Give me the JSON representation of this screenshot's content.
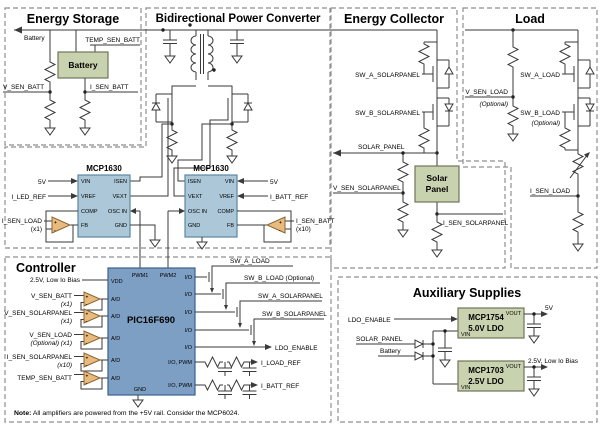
{
  "symbols": {
    "plus": "+",
    "minus": "-"
  },
  "colors": {
    "green_box": "#c9d2ae",
    "chip_blue": "#abc7d8",
    "pic_blue": "#7e9fc4",
    "amp_tan": "#e9ba7d"
  },
  "sections": {
    "energy_storage": {
      "title": "Energy Storage",
      "battery_net": "Battery",
      "temp_sen_batt": "TEMP_SEN_BATT",
      "battery_box": "Battery",
      "v_sen_batt": "V_SEN_BATT",
      "i_sen_batt": "I_SEN_BATT"
    },
    "converter": {
      "title": "Bidirectional Power Converter"
    },
    "mcp1630_left": {
      "name": "MCP1630",
      "pin_vin": "VIN",
      "pin_vref": "VREF",
      "pin_comp": "COMP",
      "pin_fb": "FB",
      "pin_isen": "ISEN",
      "pin_vext": "VEXT",
      "pin_osc": "OSC IN",
      "pin_gnd": "GND",
      "in_supply": "5V",
      "in_ref": "I_LED_REF",
      "amp_in": "I_SEN_LOAD",
      "amp_gain": "(x1)"
    },
    "mcp1630_right": {
      "name": "MCP1630",
      "pin_vin": "VIN",
      "pin_vref": "VREF",
      "pin_comp": "COMP",
      "pin_fb": "FB",
      "pin_isen": "ISEN",
      "pin_vext": "VEXT",
      "pin_osc": "OSC IN",
      "pin_gnd": "GND",
      "in_supply": "5V",
      "in_ref": "I_BATT_REF",
      "amp_in": "I_SEN_BATT",
      "amp_gain": "(x10)"
    },
    "collector": {
      "title": "Energy Collector",
      "sw_a": "SW_A_SOLARPANEL",
      "sw_b": "SW_B_SOLARPANEL",
      "rail": "SOLAR_PANEL",
      "v_sen": "V_SEN_SOLARPANEL",
      "box_line1": "Solar",
      "box_line2": "Panel",
      "i_sen": "I_SEN_SOLARPANEL"
    },
    "load": {
      "title": "Load",
      "v_sen": "V_SEN_LOAD",
      "v_sen_note": "(Optional)",
      "sw_a": "SW_A_LOAD",
      "sw_b": "SW_B_LOAD",
      "sw_b_note": "(Optional)",
      "i_sen": "I_SEN_LOAD"
    },
    "controller": {
      "title": "Controller",
      "vdd_label": "2.5V, Low Io Bias",
      "chip": "PIC16F690",
      "pin_vdd": "VDD",
      "pin_adc": "A/D",
      "pin_gnd": "GND",
      "pin_pwm1": "PWM1",
      "pin_pwm2": "PWM2",
      "pin_io": "I/O",
      "pin_io_pwm": "I/O, PWM",
      "inputs": [
        {
          "label": "V_SEN_BATT",
          "gain": "(x1)"
        },
        {
          "label": "V_SEN_SOLARPANEL",
          "gain": "(x1)"
        },
        {
          "label": "V_SEN_LOAD",
          "gain": "(Optional) (x1)"
        },
        {
          "label": "I_SEN_SOLARPANEL",
          "gain": "(x10)"
        },
        {
          "label": "TEMP_SEN_BATT",
          "gain": ""
        }
      ],
      "out_sw_a_load": "SW_A_LOAD",
      "out_sw_b_load": "SW_B_LOAD (Optional)",
      "out_sw_a_sp": "SW_A_SOLARPANEL",
      "out_sw_b_sp": "SW_B_SOLARPANEL",
      "out_ldo_enable": "LDO_ENABLE",
      "out_i_load_ref": "I_LOAD_REF",
      "out_i_batt_ref": "I_BATT_REF",
      "note_prefix": "Note:",
      "note_body": " All amplifiers are powered from the +5V rail. Consider the MCP6024."
    },
    "aux": {
      "title": "Auxiliary Supplies",
      "ldo_enable": "LDO_ENABLE",
      "solar": "SOLAR_PANEL",
      "battery": "Battery",
      "ldo1_name": "MCP1754",
      "ldo1_sub": "5.0V LDO",
      "ldo1_vin": "VIN",
      "ldo1_vout": "VOUT",
      "ldo1_out": "5V",
      "ldo2_name": "MCP1703",
      "ldo2_sub": "2.5V LDO",
      "ldo2_vin": "VIN",
      "ldo2_vout": "VOUT",
      "ldo2_out": "2.5V, Low Io Bias"
    }
  }
}
